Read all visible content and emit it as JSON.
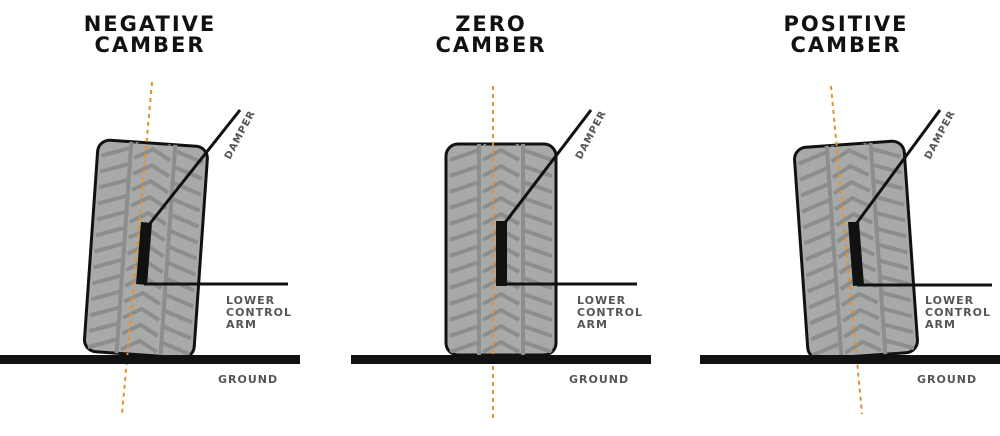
{
  "panels": [
    {
      "title_line1": "NEGATIVE",
      "title_line2": "CAMBER",
      "damper": "DAMPER",
      "lower_line1": "LOWER",
      "lower_line2": "CONTROL",
      "lower_line3": "ARM",
      "ground": "GROUND",
      "tilt_deg": -8
    },
    {
      "title_line1": "ZERO",
      "title_line2": "CAMBER",
      "damper": "DAMPER",
      "lower_line1": "LOWER",
      "lower_line2": "CONTROL",
      "lower_line3": "ARM",
      "ground": "GROUND",
      "tilt_deg": 0
    },
    {
      "title_line1": "POSITIVE",
      "title_line2": "CAMBER",
      "damper": "DAMPER",
      "lower_line1": "LOWER",
      "lower_line2": "CONTROL",
      "lower_line3": "ARM",
      "ground": "GROUND",
      "tilt_deg": 8
    }
  ],
  "colors": {
    "tire": "#a9a9a9",
    "tread": "#8a8a8a",
    "outline": "#111111",
    "axis": "#e8912c",
    "label": "#555555"
  }
}
